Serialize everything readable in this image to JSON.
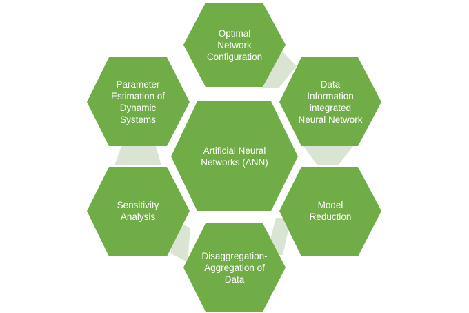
{
  "diagram": {
    "center": "Artificial Neural\nNetworks (ANN)",
    "nodes": [
      "Optimal\nNetwork\nConfiguration",
      "Data\nInformation\nintegrated\nNeural Network",
      "Model\nReduction",
      "Disaggregation-\nAggregation of\nData",
      "Sensitivity\nAnalysis",
      "Parameter\nEstimation of\nDynamic\nSystems"
    ]
  },
  "colors": {
    "hexagon": "#70ad47",
    "connector": "#d9e4d3",
    "text": "#ffffff"
  }
}
